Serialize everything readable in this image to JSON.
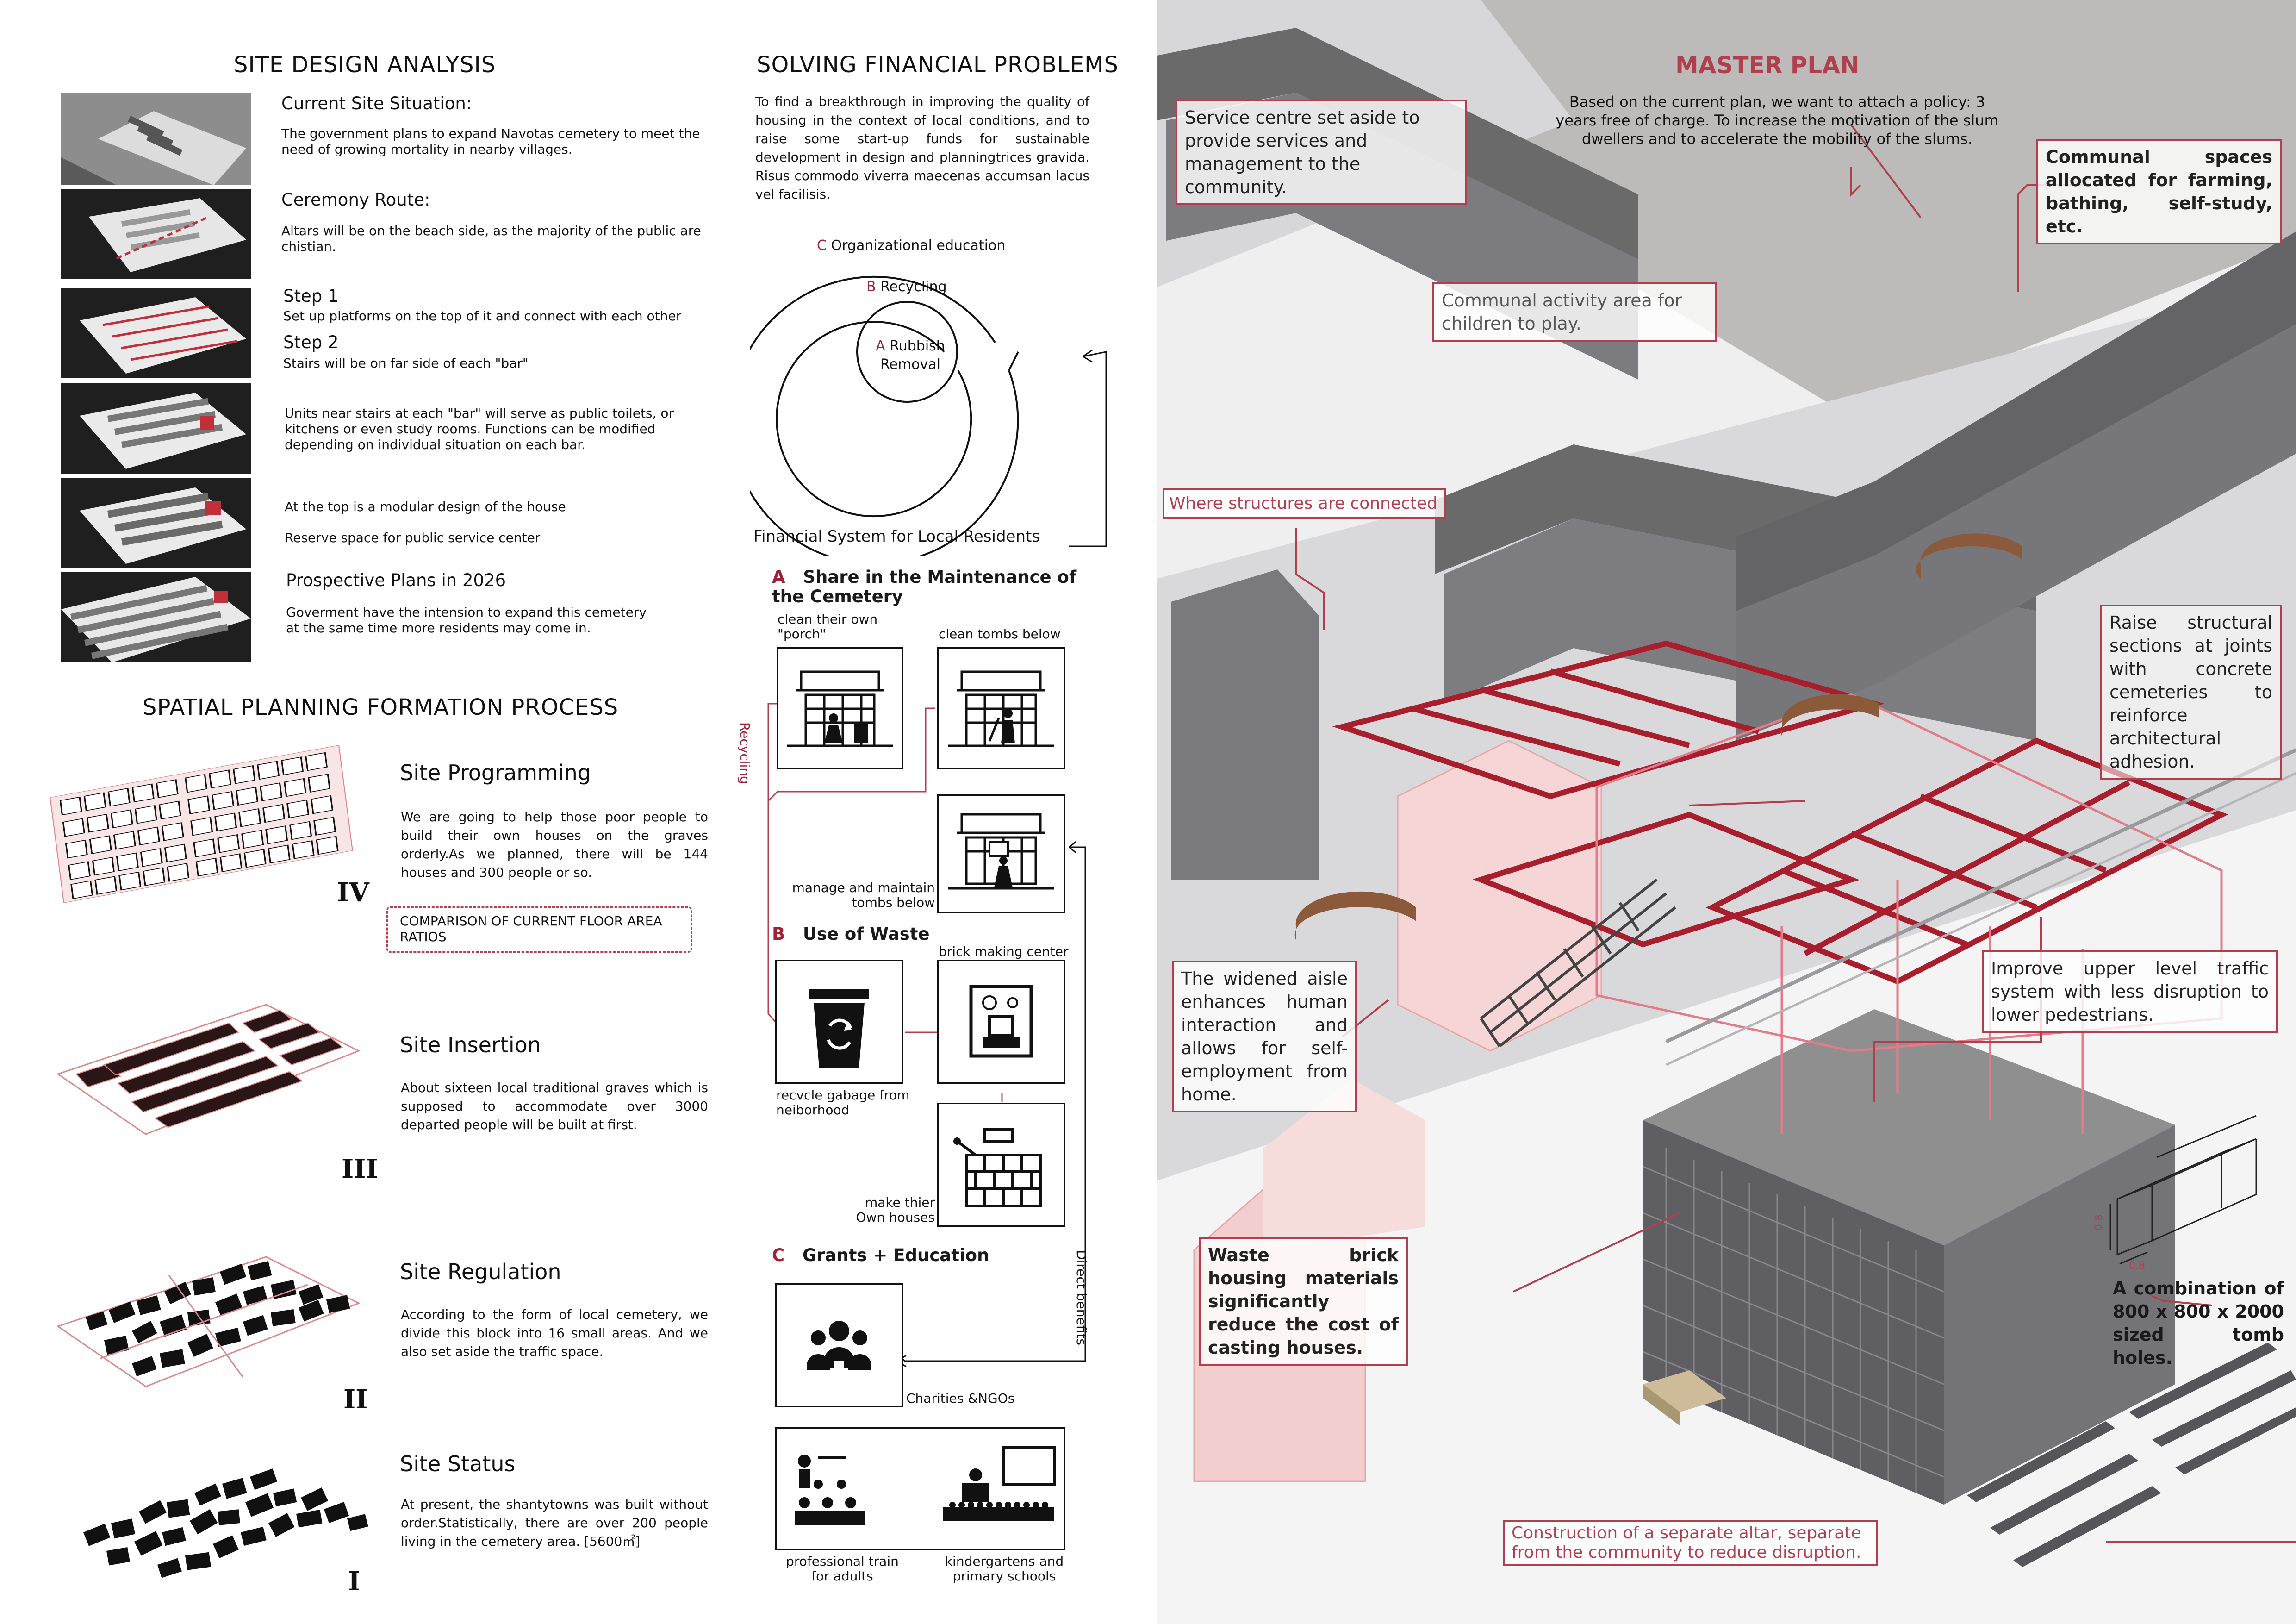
{
  "site_design": {
    "title": "SITE DESIGN ANALYSIS",
    "steps": [
      {
        "heading": "Current Site Situation:",
        "text": "The government plans to expand Navotas cemetery to meet the need of growing mortality in nearby villages."
      },
      {
        "heading": "Ceremony Route:",
        "text": "Altars will be on the beach side, as the majority of the public are chistian."
      },
      {
        "heading": "Step 1",
        "text": "Set up platforms on the top of it and connect with each other"
      },
      {
        "heading": "Step 2",
        "text": "Stairs will be on far side of each \"bar\""
      },
      {
        "heading": "",
        "text": "Units near stairs at each \"bar\" will serve as public toilets, or kitchens or even study rooms. Functions can be modified depending on individual situation on each bar."
      },
      {
        "heading": "",
        "text": "At the top is a modular design of the house"
      },
      {
        "heading": "",
        "text": "Reserve space for public service center"
      },
      {
        "heading": "Prospective Plans in 2026",
        "text": "Goverment have the intension to expand this cemetery at the same time more residents may come in."
      }
    ]
  },
  "spatial": {
    "title": "SPATIAL PLANNING FORMATION PROCESS",
    "stages": [
      {
        "roman": "IV",
        "heading": "Site Programming",
        "text": "We are going to help those poor people to build their own houses on the graves orderly.As we planned, there will be 144 houses and 300 people or so."
      },
      {
        "roman": "III",
        "heading": "Site Insertion",
        "text": "About sixteen local traditional graves which is supposed to accommodate over 3000 departed people will be built at first."
      },
      {
        "roman": "II",
        "heading": "Site Regulation",
        "text": "According to the form of local cemetery, we divide this block into 16 small areas. And we also set aside the traffic space."
      },
      {
        "roman": "I",
        "heading": "Site Status",
        "text": "At present, the shantytowns was built without order.Statistically, there are over 200 people living in the cemetery area. [5600㎡]"
      }
    ],
    "far_box": "COMPARISON OF CURRENT FLOOR AREA RATIOS"
  },
  "financial": {
    "title": "SOLVING FINANCIAL PROBLEMS",
    "intro": "To find a breakthrough in improving the quality of housing in the context of local conditions, and to raise some start-up funds for sustainable development in design and planningtrices gravida. Risus commodo viverra maecenas accumsan lacus vel facilisis.",
    "rings": {
      "c_letter": "C",
      "c": "Organizational education",
      "b_letter": "B",
      "b": "Recycling",
      "a_letter": "A",
      "a": "Rubbish Removal"
    },
    "system_label": "Financial System for Local Residents",
    "sec_a_letter": "A",
    "sec_a": "Share in the Maintenance of the Cemetery",
    "a1": "clean their own \"porch\"",
    "a2": "clean tombs below",
    "a3": "manage and maintain tombs below",
    "recycling_side": "Recycling",
    "sec_b_letter": "B",
    "sec_b": "Use of Waste",
    "b1": "recvcle gabage from neiborhood",
    "b2": "brick making center",
    "b3": "make thier Own houses",
    "direct": "Direct benefits",
    "sec_c_letter": "C",
    "sec_c": "Grants + Education",
    "c1": "Charities &NGOs",
    "c2": "professional train for adults",
    "c3": "kindergartens and primary schools"
  },
  "master": {
    "title": "MASTER PLAN",
    "subtitle": "Based on the current plan, we want to attach a policy: 3 years free of charge. To increase the motivation of the slum dwellers and to accelerate the mobility of the slums.",
    "ann": {
      "service": "Service centre set aside to provide services and management to the community.",
      "communal_act": "Communal activity area for children to play.",
      "communal_spaces": "Communal spaces allocated for farming, bathing, self-study, etc.",
      "connected": "Where structures are connected",
      "raise": "Raise structural sections at joints with concrete cemeteries to reinforce architectural adhesion.",
      "traffic": "Improve upper level traffic system with less disruption to lower pedestrians.",
      "aisle": "The widened aisle enhances human interaction and allows for self-employment from home.",
      "brick": "Waste brick housing materials significantly reduce the cost of casting houses.",
      "tomb": "A combination of 800 x 800 x 2000 sized tomb holes.",
      "altar": "Construction of a separate altar, separate from the community to reduce disruption.",
      "dim1": "0.8",
      "dim2": "0.8"
    }
  }
}
